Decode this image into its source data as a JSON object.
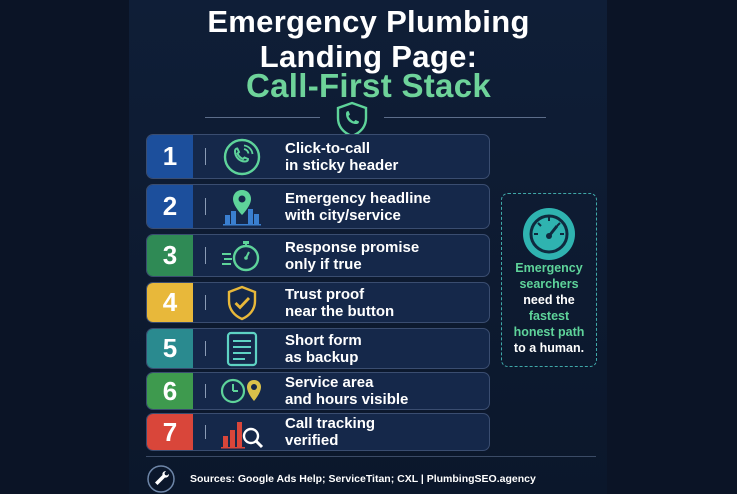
{
  "title": {
    "line1": "Emergency Plumbing",
    "line2": "Landing Page:",
    "line3": "Call-First Stack"
  },
  "steps": [
    {
      "number": "1",
      "line1": "Click-to-call",
      "line2": "in sticky header",
      "color": "#1c4f9c",
      "icon": "phone-icon"
    },
    {
      "number": "2",
      "line1": "Emergency headline",
      "line2": "with city/service",
      "color": "#1c4f9c",
      "icon": "map-pin-city-icon"
    },
    {
      "number": "3",
      "line1": "Response promise",
      "line2": "only if true",
      "color": "#2f8a55",
      "icon": "stopwatch-icon"
    },
    {
      "number": "4",
      "line1": "Trust proof",
      "line2": "near the button",
      "color": "#e8b83a",
      "icon": "shield-check-icon"
    },
    {
      "number": "5",
      "line1": "Short form",
      "line2": "as backup",
      "color": "#2a8a8f",
      "icon": "form-icon"
    },
    {
      "number": "6",
      "line1": "Service area",
      "line2": "and hours visible",
      "color": "#3e9a4e",
      "icon": "clock-pin-icon"
    },
    {
      "number": "7",
      "line1": "Call tracking",
      "line2": "verified",
      "color": "#d9463a",
      "icon": "chart-magnifier-icon"
    }
  ],
  "callout": {
    "l1": "Emergency",
    "l2": "searchers",
    "l3": "need the",
    "l4": "fastest",
    "l5": "honest path",
    "l6": "to a human."
  },
  "footer": {
    "sources": "Sources: Google Ads Help; ServiceTitan; CXL  |  PlumbingSEO.agency"
  }
}
